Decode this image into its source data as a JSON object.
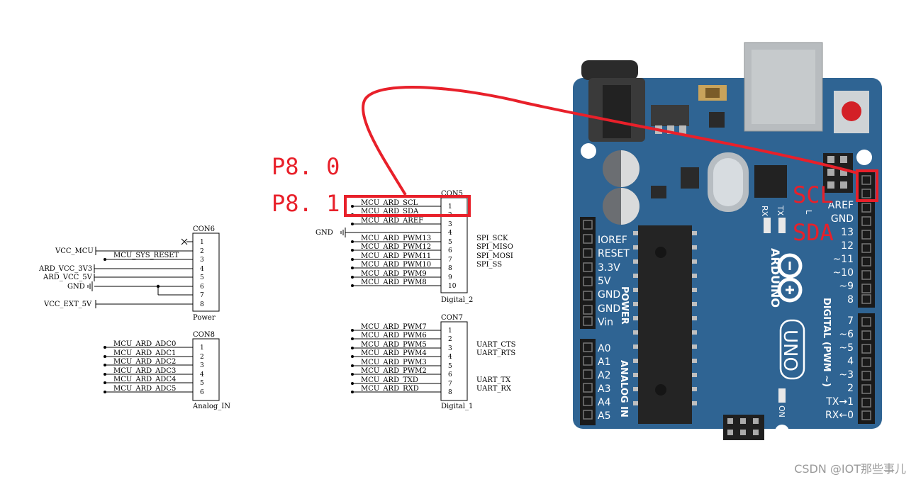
{
  "annotations": {
    "p80": "P8. 0",
    "p81": "P8. 1",
    "scl": "SCL",
    "sda": "SDA"
  },
  "connectors": {
    "con6": {
      "ref": "CON6",
      "name": "Power",
      "nets": [
        "",
        "VCC_MCU",
        "MCU_SYS_RESET",
        "ARD_VCC_3V3",
        "ARD_VCC_5V",
        "GND",
        "",
        "VCC_EXT_5V"
      ],
      "pins": [
        "1",
        "2",
        "3",
        "4",
        "5",
        "6",
        "7",
        "8"
      ]
    },
    "con8": {
      "ref": "CON8",
      "name": "Analog_IN",
      "nets": [
        "MCU_ARD_ADC0",
        "MCU_ARD_ADC1",
        "MCU_ARD_ADC2",
        "MCU_ARD_ADC3",
        "MCU_ARD_ADC4",
        "MCU_ARD_ADC5"
      ],
      "pins": [
        "1",
        "2",
        "3",
        "4",
        "5",
        "6"
      ]
    },
    "con5": {
      "ref": "CON5",
      "name": "Digital_2",
      "nets": [
        "MCU_ARD_SCL",
        "MCU_ARD_SDA",
        "MCU_ARD_AREF",
        "GND",
        "MCU_ARD_PWM13",
        "MCU_ARD_PWM12",
        "MCU_ARD_PWM11",
        "MCU_ARD_PWM10",
        "MCU_ARD_PWM9",
        "MCU_ARD_PWM8"
      ],
      "pins": [
        "1",
        "2",
        "3",
        "4",
        "5",
        "6",
        "7",
        "8",
        "9",
        "10"
      ],
      "side_labels": [
        "SPI_SCK",
        "SPI_MISO",
        "SPI_MOSI",
        "SPI_SS"
      ]
    },
    "con7": {
      "ref": "CON7",
      "name": "Digital_1",
      "nets": [
        "MCU_ARD_PWM7",
        "MCU_ARD_PWM6",
        "MCU_ARD_PWM5",
        "MCU_ARD_PWM4",
        "MCU_ARD_PWM3",
        "MCU_ARD_PWM2",
        "MCU_ARD_TXD",
        "MCU_ARD_RXD"
      ],
      "pins": [
        "1",
        "2",
        "3",
        "4",
        "5",
        "6",
        "7",
        "8"
      ],
      "side_labels": [
        "UART_CTS",
        "UART_RTS",
        "UART_TX",
        "UART_RX"
      ]
    }
  },
  "board": {
    "brand": "ARDUINO",
    "model": "UNO",
    "on_label": "ON",
    "rx": "RX",
    "tx": "TX",
    "l": "L",
    "power_title": "POWER",
    "analog_title": "ANALOG IN",
    "digital_title": "DIGITAL (PWM ~)",
    "power_pins": [
      "IOREF",
      "RESET",
      "3.3V",
      "5V",
      "GND",
      "GND",
      "Vin"
    ],
    "analog_pins": [
      "A0",
      "A1",
      "A2",
      "A3",
      "A4",
      "A5"
    ],
    "digital_top": [
      "AREF",
      "GND",
      "13",
      "12",
      "~11",
      "~10",
      "~9",
      "8"
    ],
    "digital_bottom": [
      "7",
      "~6",
      "~5",
      "4",
      "~3",
      "2",
      "TX→1",
      "RX←0"
    ]
  },
  "watermark": "CSDN @IOT那些事儿",
  "colors": {
    "annotation_red": "#e8202a",
    "board_blue": "#2f6493",
    "header_black": "#1a1a1a"
  }
}
